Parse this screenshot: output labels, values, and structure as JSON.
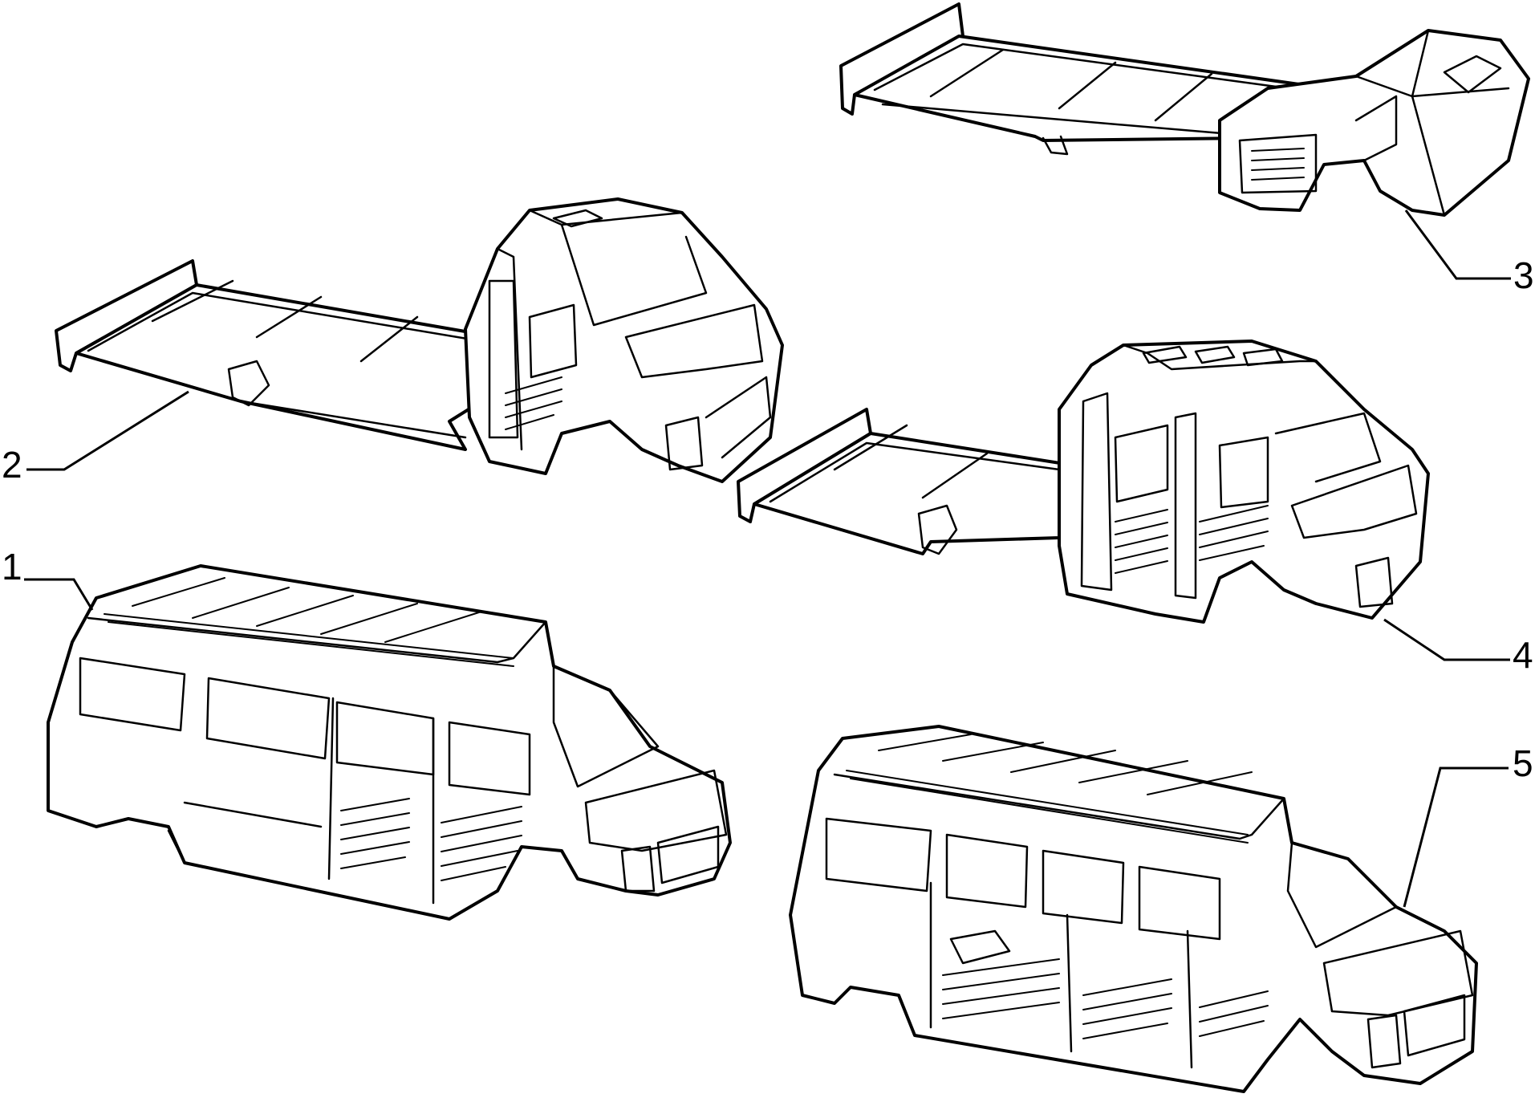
{
  "figure": {
    "parts": [
      {
        "id": "1",
        "label": "1",
        "shape": "minibus-body-frame"
      },
      {
        "id": "2",
        "label": "2",
        "shape": "single-cab-chassis"
      },
      {
        "id": "3",
        "label": "3",
        "shape": "front-cowl-chassis"
      },
      {
        "id": "4",
        "label": "4",
        "shape": "crew-cab-chassis"
      },
      {
        "id": "5",
        "label": "5",
        "shape": "minibus-body-frame-short"
      }
    ]
  }
}
